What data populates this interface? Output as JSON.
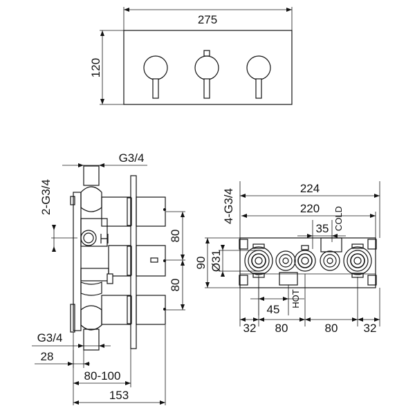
{
  "top_view": {
    "width_label": "275",
    "height_label": "120"
  },
  "side_view": {
    "top_thread_label": "G3/4",
    "left_thread_label": "2-G3/4",
    "spacing_upper_label": "80",
    "spacing_lower_label": "80",
    "bottom_thread_label": "G3/4",
    "depth_28_label": "28",
    "range_label": "80-100",
    "overall_label": "153"
  },
  "front_view": {
    "overall_label": "224",
    "inner_label": "220",
    "thread_label": "4-G3/4",
    "offset_35_label": "35",
    "cold_label": "COLD",
    "hot_label": "HOT",
    "height_label": "90",
    "diameter_label": "Ø31",
    "offset_45_label": "45",
    "bottom_dims": [
      "32",
      "80",
      "80",
      "32"
    ]
  }
}
